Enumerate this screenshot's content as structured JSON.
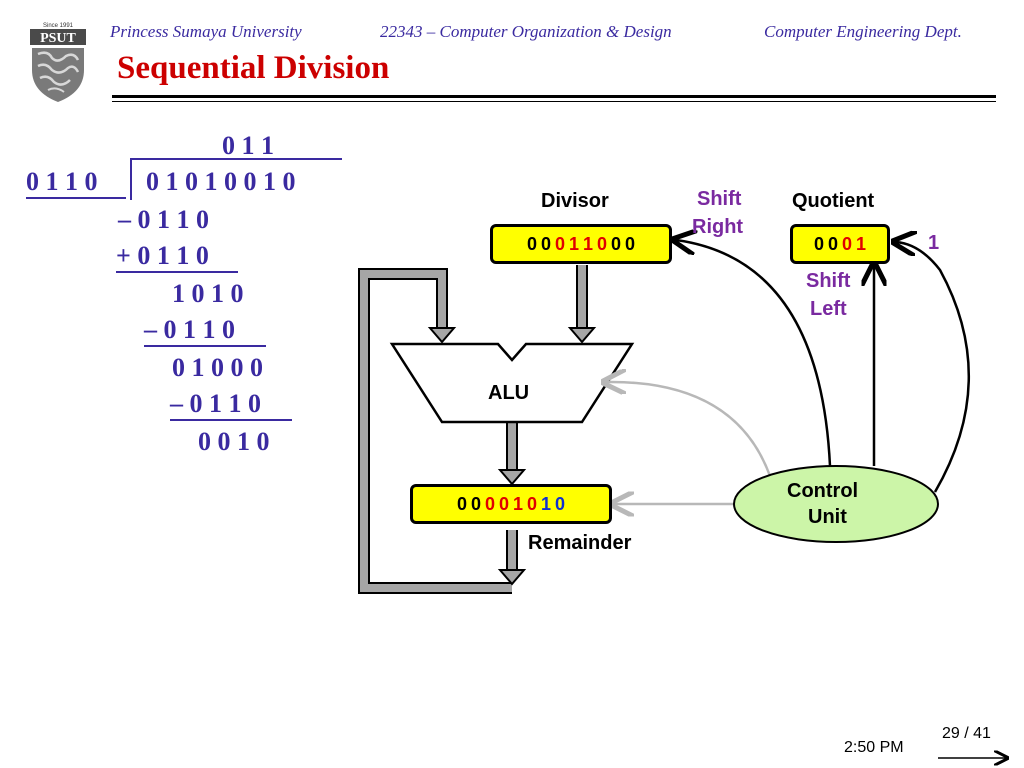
{
  "header": {
    "university": "Princess Sumaya University",
    "course": "22343 – Computer Organization & Design",
    "dept": "Computer Engineering Dept.",
    "logo_text": "PSUT",
    "logo_since": "Since 1991",
    "title": "Sequential Division"
  },
  "long_division": {
    "quotient": "0 1 1",
    "divisor": "0 1 1 0",
    "dividend": "0 1 0 1 0 0 1 0",
    "steps": [
      "– 0 1 1 0",
      "+ 0 1 1 0",
      "1 0 1 0",
      "– 0 1 1 0",
      "0 1 0 0 0",
      "– 0 1 1 0",
      "0 0 1 0"
    ]
  },
  "diagram": {
    "divisor_label": "Divisor",
    "shift_right_line1": "Shift",
    "shift_right_line2": "Right",
    "quotient_label": "Quotient",
    "shift_left_line1": "Shift",
    "shift_left_line2": "Left",
    "one_label": "1",
    "alu_label": "ALU",
    "remainder_label": "Remainder",
    "control_line1": "Control",
    "control_line2": "Unit",
    "divisor_bits": [
      {
        "b": "0",
        "c": "blk"
      },
      {
        "b": "0",
        "c": "blk"
      },
      {
        "b": "0",
        "c": "red"
      },
      {
        "b": "1",
        "c": "red"
      },
      {
        "b": "1",
        "c": "red"
      },
      {
        "b": "0",
        "c": "red"
      },
      {
        "b": "0",
        "c": "blk"
      },
      {
        "b": "0",
        "c": "blk"
      }
    ],
    "quotient_bits": [
      {
        "b": "0",
        "c": "blk"
      },
      {
        "b": "0",
        "c": "blk"
      },
      {
        "b": "0",
        "c": "red"
      },
      {
        "b": "1",
        "c": "red"
      }
    ],
    "remainder_bits": [
      {
        "b": "0",
        "c": "blk"
      },
      {
        "b": "0",
        "c": "blk"
      },
      {
        "b": "0",
        "c": "red"
      },
      {
        "b": "0",
        "c": "red"
      },
      {
        "b": "1",
        "c": "red"
      },
      {
        "b": "0",
        "c": "red"
      },
      {
        "b": "1",
        "c": "blu"
      },
      {
        "b": "0",
        "c": "blu"
      }
    ]
  },
  "footer": {
    "time": "2:50 PM",
    "page": "29 / 41"
  },
  "colors": {
    "accent_title": "#cc0000",
    "header_text": "#3a2aa0",
    "register_fill": "#ffff00",
    "control_fill": "#ccf5a8",
    "bus_gray": "#a6a6a6"
  }
}
